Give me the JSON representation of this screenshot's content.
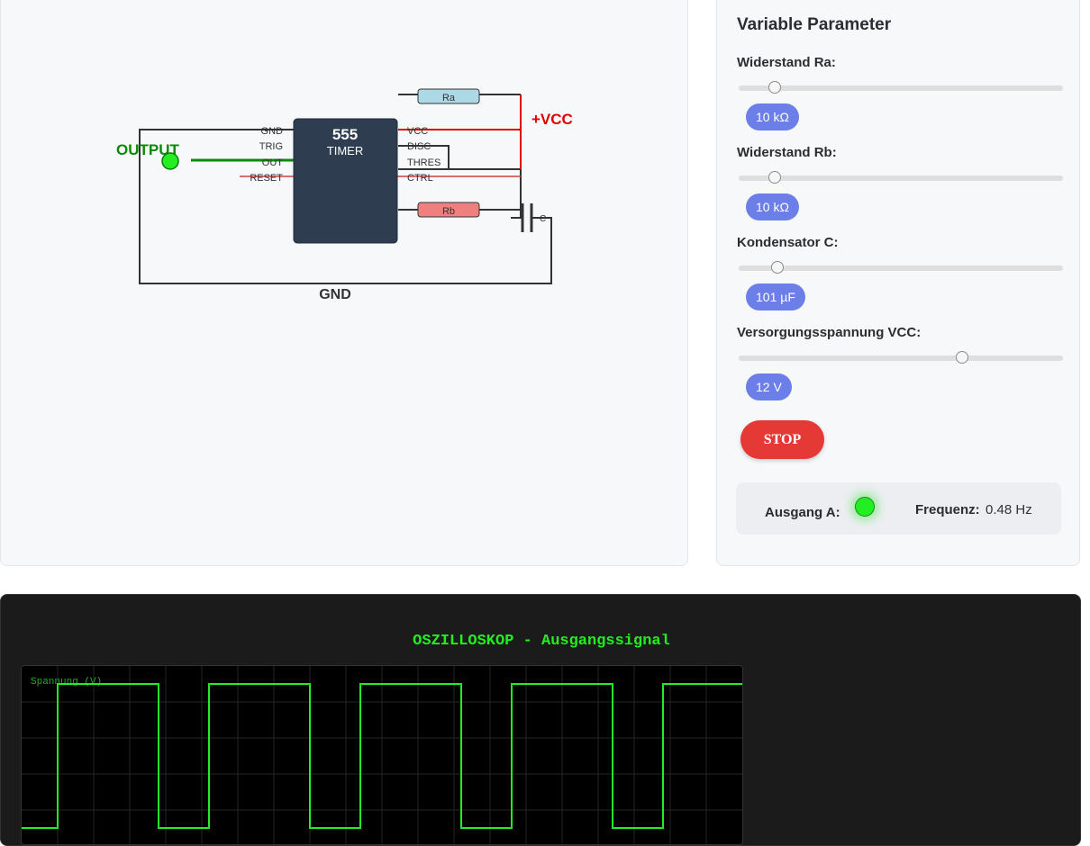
{
  "circuit": {
    "chip_number": "555",
    "chip_name": "TIMER",
    "left_pins": [
      "GND",
      "TRIG",
      "OUT",
      "RESET"
    ],
    "right_pins": [
      "VCC",
      "DISC",
      "THRES",
      "CTRL"
    ],
    "resistor_a": "Ra",
    "resistor_b": "Rb",
    "capacitor": "C",
    "vcc_label": "+VCC",
    "gnd_label": "GND",
    "output_label": "OUTPUT",
    "colors": {
      "vcc_wire": "#e00000",
      "output_wire": "#0a8a0a",
      "chip": "#2e3d50",
      "ra_fill": "#add8e6",
      "rb_fill": "#f08080"
    }
  },
  "params": {
    "title": "Variable Parameter",
    "sliders": [
      {
        "label": "Widerstand Ra:",
        "value": "10 kΩ",
        "level": 0.11
      },
      {
        "label": "Widerstand Rb:",
        "value": "10 kΩ",
        "level": 0.11
      },
      {
        "label": "Kondensator C:",
        "value": "101 µF",
        "level": 0.12
      },
      {
        "label": "Versorgungsspannung VCC:",
        "value": "12 V",
        "level": 0.69
      }
    ],
    "stop_label": "STOP",
    "output_label": "Ausgang A:",
    "frequency_label": "Frequenz:",
    "frequency_value": "0.48 Hz",
    "accent": "#6c7fe8",
    "stop_color": "#e53935"
  },
  "scope": {
    "title": "OSZILLOSKOP - Ausgangssignal",
    "y_label": "Spannung (V)",
    "trace_color": "#22ee22"
  }
}
